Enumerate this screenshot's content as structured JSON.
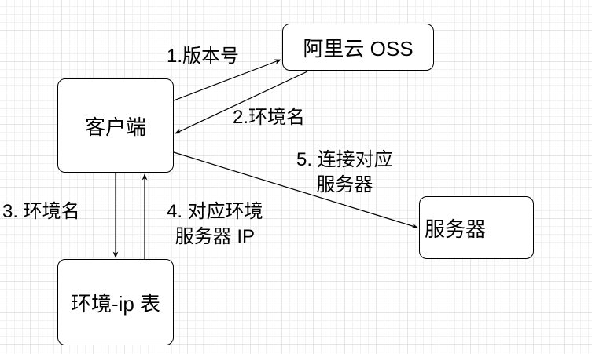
{
  "nodes": {
    "client": "客户端",
    "oss": "阿里云 OSS",
    "table": "环境-ip 表",
    "server": "服务器"
  },
  "edges": {
    "e1": "1.版本号",
    "e2": "2.环境名",
    "e3": "3. 环境名",
    "e4": {
      "line1": "4. 对应环境",
      "line2": "服务器 IP"
    },
    "e5": {
      "line1": "5. 连接对应",
      "line2": "服务器"
    }
  },
  "colors": {
    "stroke": "#000000",
    "grid": "#e6e6e6",
    "background": "#ffffff"
  }
}
